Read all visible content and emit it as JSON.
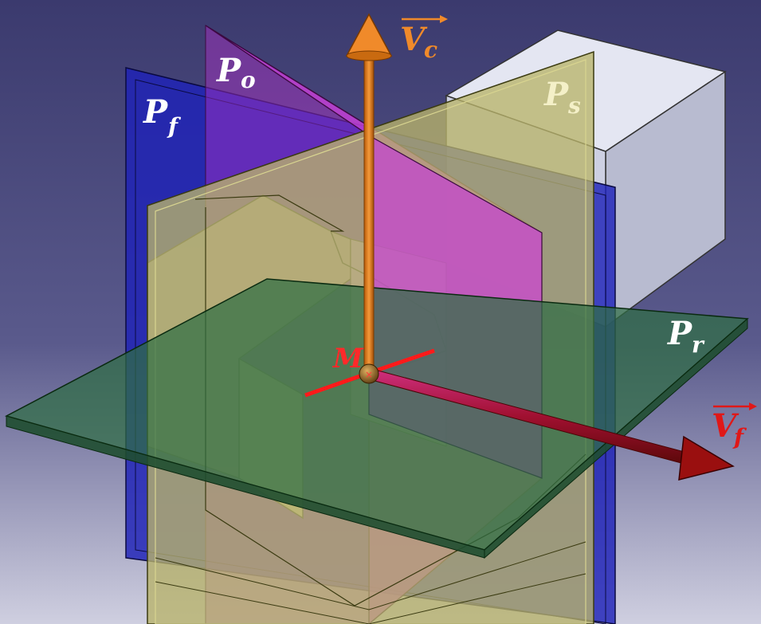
{
  "labels": {
    "plane_o": {
      "main": "P",
      "sub": "o"
    },
    "plane_f": {
      "main": "P",
      "sub": "f"
    },
    "plane_s": {
      "main": "P",
      "sub": "s"
    },
    "plane_r": {
      "main": "P",
      "sub": "r"
    },
    "vector_c": {
      "main": "V",
      "sub": "c"
    },
    "vector_f": {
      "main": "V",
      "sub": "f"
    },
    "point": "M"
  },
  "colors": {
    "background_top": "#3b3a6e",
    "background_bottom": "#c9c9dc",
    "plane_f": "#1f22b8",
    "plane_o": "#c43fd6",
    "plane_s": "#b9b46a",
    "plane_r": "#2f6e44",
    "tool_body": "#d8dbe8",
    "vector_c": "#e07a12",
    "vector_f": "#9a0f0f",
    "cutting_edge": "#ff1a1a",
    "label_white": "#ffffff",
    "label_vc": "#f08a2a",
    "label_vf": "#e01818",
    "label_m": "#ff2a2a"
  }
}
